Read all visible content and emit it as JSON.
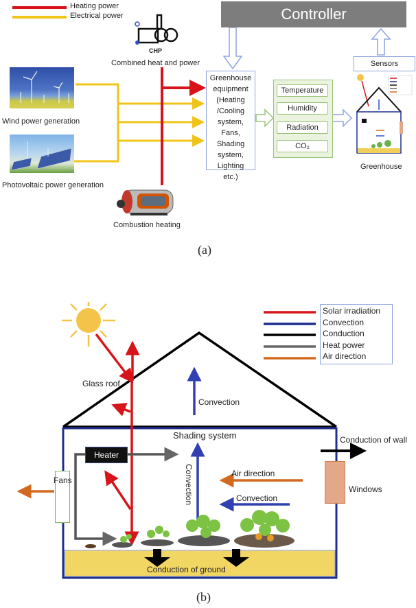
{
  "panel_a": {
    "legend": [
      {
        "label": "Heating power",
        "color": "#d7141a"
      },
      {
        "label": "Electrical power",
        "color": "#f0c419"
      }
    ],
    "chp": {
      "icon_label": "CHP",
      "caption": "Combined heat and power"
    },
    "controller": "Controller",
    "sensors": "Sensors",
    "sources": [
      {
        "name": "wind",
        "caption": "Wind power generation"
      },
      {
        "name": "pv",
        "caption": "Photovoltaic power generation"
      },
      {
        "name": "boiler",
        "caption": "Combustion heating"
      }
    ],
    "equipment_lines": [
      "Greenhouse",
      "equipment",
      "(Heating",
      "/Cooling",
      "system,",
      "Fans,",
      "Shading",
      "system,",
      "Lighting",
      "etc.)"
    ],
    "environment": [
      "Temperature",
      "Humidity",
      "Radiation",
      "CO₂"
    ],
    "greenhouse_caption": "Greenhouse",
    "caption": "(a)"
  },
  "panel_b": {
    "legend": [
      {
        "label": "Solar irradiation",
        "color": "#d7141a"
      },
      {
        "label": "Convection",
        "color": "#1f2f8f"
      },
      {
        "label": "Conduction",
        "color": "#000000"
      },
      {
        "label": "Heat power",
        "color": "#666666"
      },
      {
        "label": "Air direction",
        "color": "#d2691e"
      }
    ],
    "labels": {
      "glass_roof": "Glass roof",
      "convection_roof": "Convection",
      "shading": "Shading system",
      "heater": "Heater",
      "convection_vertical": "Convection",
      "fans": "Fans",
      "air_direction": "Air direction",
      "convection_horizontal": "Convection",
      "conduction_wall": "Conduction of wall",
      "windows": "Windows",
      "conduction_ground": "Conduction of ground"
    },
    "caption": "(b)"
  }
}
